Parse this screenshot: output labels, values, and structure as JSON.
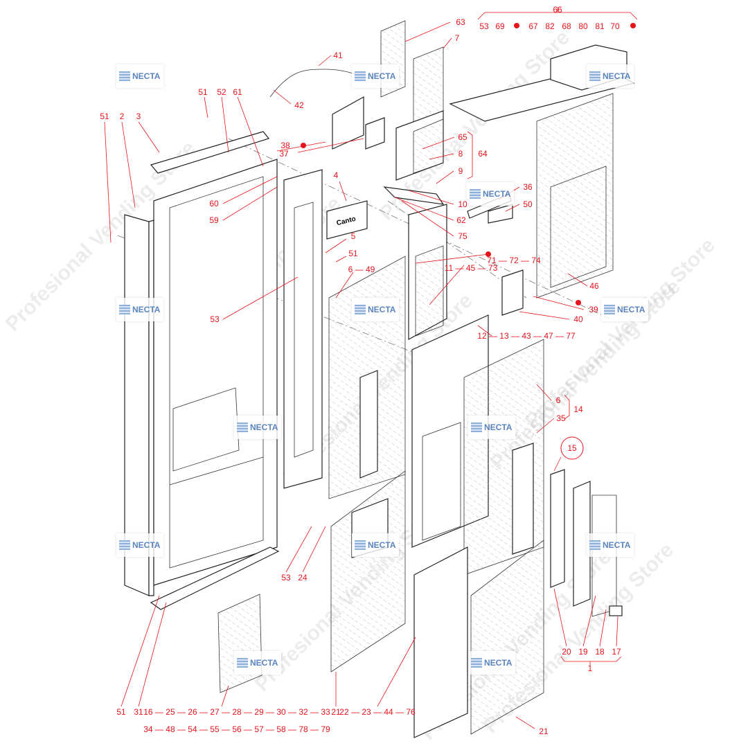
{
  "diagram": {
    "brand_logo": "NECTA",
    "watermark": "Profesional Vending Store",
    "panel_label": "Canto",
    "accent_color": "#e8131b",
    "labels": [
      "66",
      "53",
      "69",
      "67",
      "82",
      "68",
      "80",
      "81",
      "70",
      "63",
      "7",
      "41",
      "51",
      "52",
      "61",
      "42",
      "51",
      "2",
      "3",
      "38",
      "37",
      "65",
      "8",
      "64",
      "9",
      "36",
      "4",
      "10",
      "50",
      "60",
      "59",
      "62",
      "5",
      "75",
      "51",
      "71 — 72 — 74",
      "11 — 45 — 73",
      "6 — 49",
      "53",
      "46",
      "39",
      "40",
      "12 — 13 — 43 — 47 — 77",
      "6",
      "14",
      "35",
      "15",
      "53",
      "24",
      "20",
      "19",
      "18",
      "17",
      "1",
      "51",
      "31",
      "16 — 25 — 26 — 27 — 28 — 29 — 30 — 32 — 33",
      "34 — 48 — 54 — 55 — 56 — 57 — 58 — 78 — 79",
      "21",
      "22 — 23 — 44 — 76",
      "21"
    ]
  }
}
